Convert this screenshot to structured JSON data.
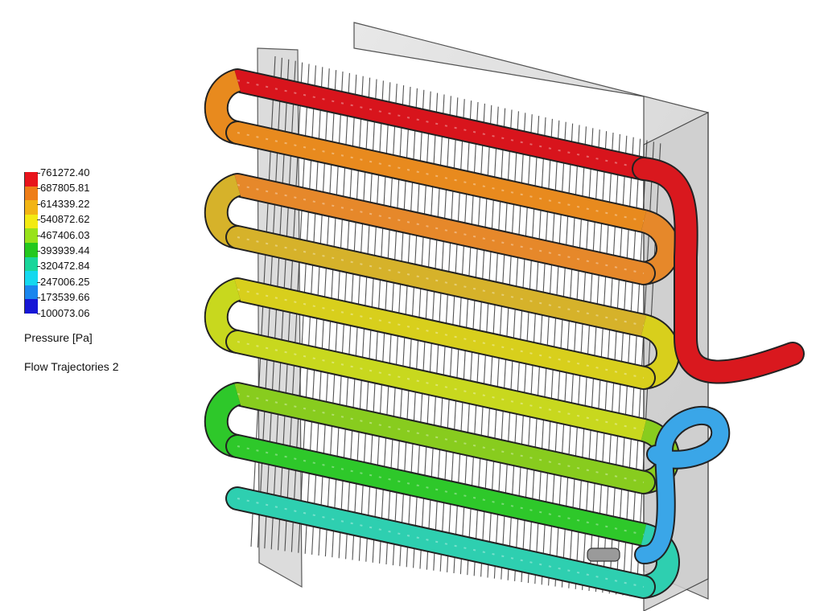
{
  "legend": {
    "values": [
      "761272.40",
      "687805.81",
      "614339.22",
      "540872.62",
      "467406.03",
      "393939.44",
      "320472.84",
      "247006.25",
      "173539.66",
      "100073.06"
    ],
    "colors": [
      "#e8141c",
      "#ee7d17",
      "#f2b414",
      "#f3ea12",
      "#98e21a",
      "#24c81e",
      "#18d69a",
      "#14d8ef",
      "#1a86ee",
      "#1616d6"
    ],
    "quantity": "Pressure [Pa]",
    "series": "Flow Trajectories 2"
  },
  "model": {
    "tube_colors": [
      "#d8141c",
      "#e88a1e",
      "#e6882a",
      "#d6b22a",
      "#d8cf1c",
      "#c8d81e",
      "#88cc1e",
      "#2ec82a",
      "#2ecfb0"
    ],
    "return_loop_color": "#3aa6e8",
    "inlet_color": "#d9181e"
  }
}
